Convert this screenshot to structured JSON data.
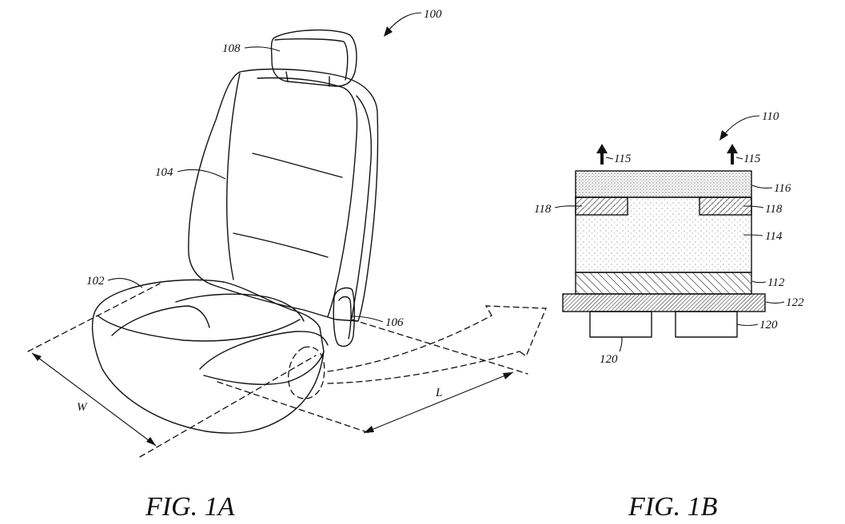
{
  "figures": {
    "fig_1a": {
      "caption": "FIG. 1A",
      "labels": {
        "seat_assembly": "100",
        "seat_bottom": "102",
        "seat_back": "104",
        "side_panel": "106",
        "headrest": "108",
        "width": "W",
        "length": "L"
      }
    },
    "fig_1b": {
      "caption": "FIG. 1B",
      "labels": {
        "stack": "110",
        "top_layer": "116",
        "electrode_left": "118",
        "electrode_right": "118",
        "middle_layer": "114",
        "bottom_layer": "112",
        "base_plate": "122",
        "support_right": "120",
        "support_left": "120",
        "arrow_left": "115",
        "arrow_right": "115"
      }
    }
  }
}
